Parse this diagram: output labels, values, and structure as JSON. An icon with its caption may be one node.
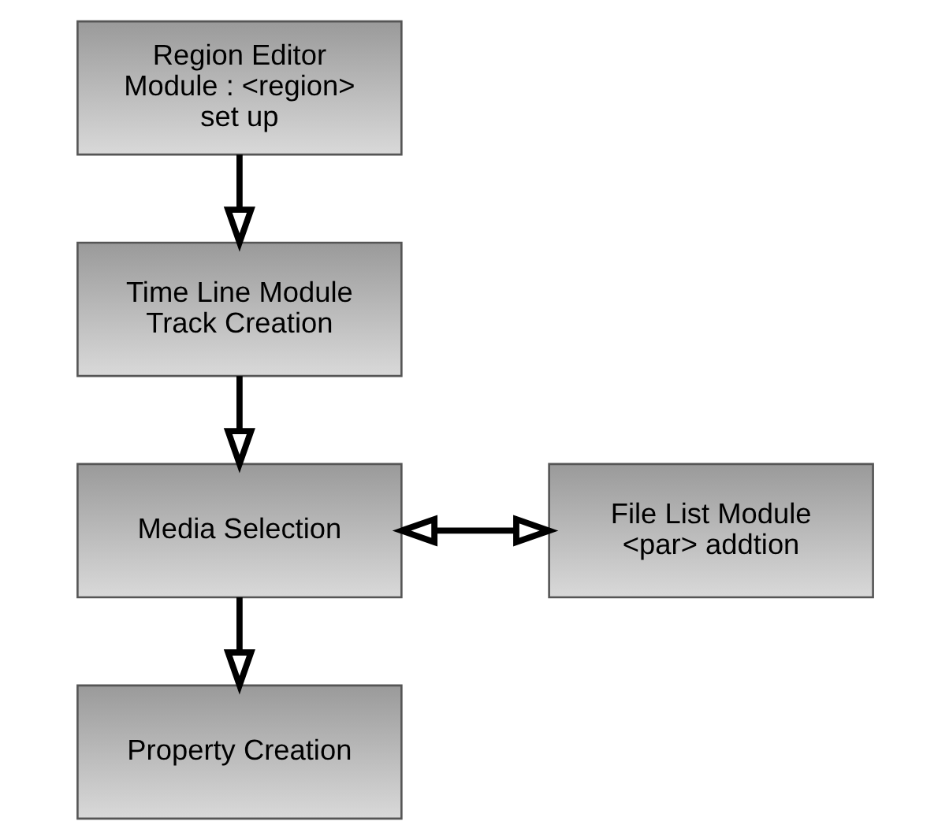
{
  "diagram": {
    "nodes": [
      {
        "text": [
          "Region Editor Module : <region> set up"
        ]
      },
      {
        "text": [
          "Time Line Module Track Creation"
        ]
      },
      {
        "text": [
          "Media Selection"
        ]
      },
      {
        "text": [
          "File List Module <par> addtion"
        ]
      },
      {
        "text": [
          "Property Creation"
        ]
      }
    ],
    "edges": [
      {
        "from": 0,
        "to": 1,
        "arrow": "to"
      },
      {
        "from": 1,
        "to": 2,
        "arrow": "to"
      },
      {
        "from": 2,
        "to": 3,
        "arrow": "both"
      },
      {
        "from": 2,
        "to": 4,
        "arrow": "to"
      }
    ]
  }
}
